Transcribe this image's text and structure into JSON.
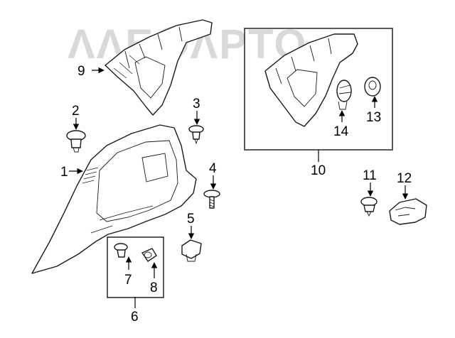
{
  "watermark": {
    "text": "ΛΛΕ✪ΛΡΤΟ"
  },
  "callouts": [
    {
      "id": "1",
      "label": "1"
    },
    {
      "id": "2",
      "label": "2"
    },
    {
      "id": "3",
      "label": "3"
    },
    {
      "id": "4",
      "label": "4"
    },
    {
      "id": "5",
      "label": "5"
    },
    {
      "id": "6",
      "label": "6"
    },
    {
      "id": "7",
      "label": "7"
    },
    {
      "id": "8",
      "label": "8"
    },
    {
      "id": "9",
      "label": "9"
    },
    {
      "id": "10",
      "label": "10"
    },
    {
      "id": "11",
      "label": "11"
    },
    {
      "id": "12",
      "label": "12"
    },
    {
      "id": "13",
      "label": "13"
    },
    {
      "id": "14",
      "label": "14"
    }
  ]
}
